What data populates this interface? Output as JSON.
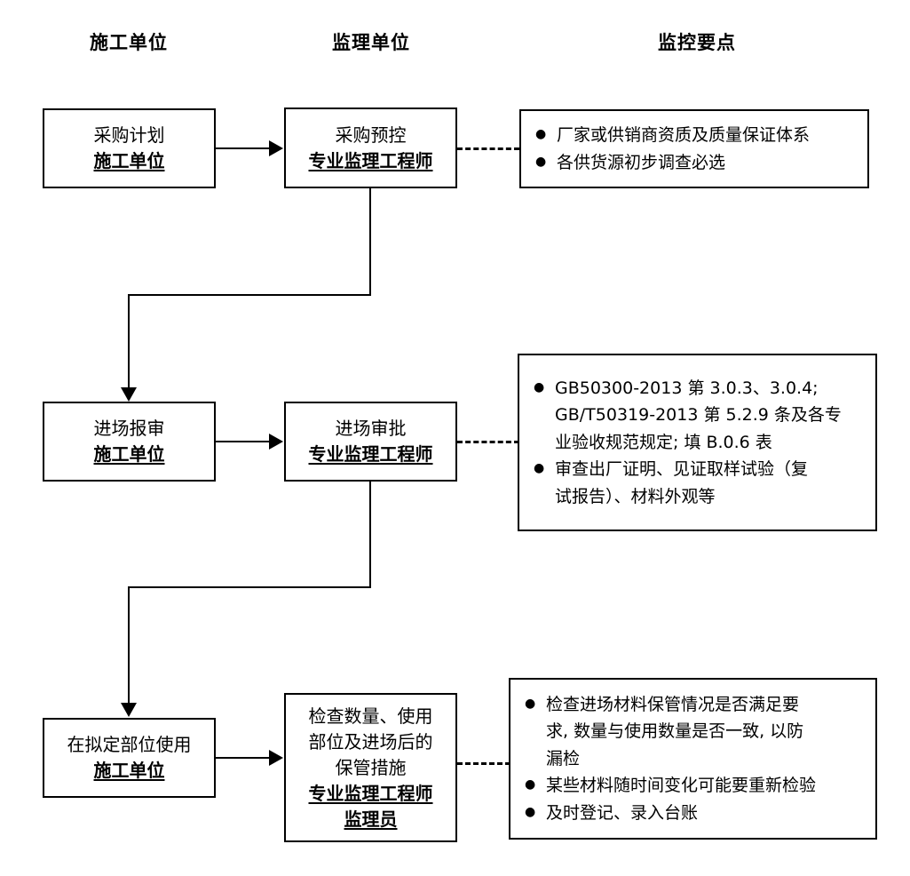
{
  "columns": [
    {
      "label": "施工单位"
    },
    {
      "label": "监理单位"
    },
    {
      "label": "监控要点"
    }
  ],
  "nodes": {
    "contractor_plan": {
      "title": "采购计划",
      "role": "施工单位"
    },
    "supervisor_plan": {
      "title": "采购预控",
      "role": "专业监理工程师"
    },
    "contractor_entry": {
      "title": "进场报审",
      "role": "施工单位"
    },
    "supervisor_entry": {
      "title": "进场审批",
      "role": "专业监理工程师"
    },
    "contractor_use": {
      "title": "在拟定部位使用",
      "role": "施工单位"
    },
    "supervisor_use": {
      "line1": "检查数量、使用",
      "line2": "部位及进场后的",
      "line3": "保管措施",
      "role1": "专业监理工程师",
      "role2": "监理员"
    }
  },
  "notes": {
    "row1": [
      {
        "text": "厂家或供销商资质及质量保证体系"
      },
      {
        "text": "各供货源初步调查必选"
      }
    ],
    "row2": [
      {
        "text": "GB50300-2013  第 3.0.3、3.0.4;",
        "cont1": "GB/T50319-2013  第 5.2.9 条及各专",
        "cont2": "业验收规范规定;  填 B.0.6 表"
      },
      {
        "text": "审查出厂证明、见证取样试验（复",
        "cont1": "试报告）、材料外观等"
      }
    ],
    "row3": [
      {
        "text": "检查进场材料保管情况是否满足要",
        "cont1": "求,  数量与使用数量是否一致,  以防",
        "cont2": "漏检"
      },
      {
        "text": "某些材料随时间变化可能要重新检验"
      },
      {
        "text": "及时登记、录入台账"
      }
    ]
  },
  "colors": {
    "stroke": "#000000",
    "background": "#ffffff",
    "text": "#000000"
  }
}
